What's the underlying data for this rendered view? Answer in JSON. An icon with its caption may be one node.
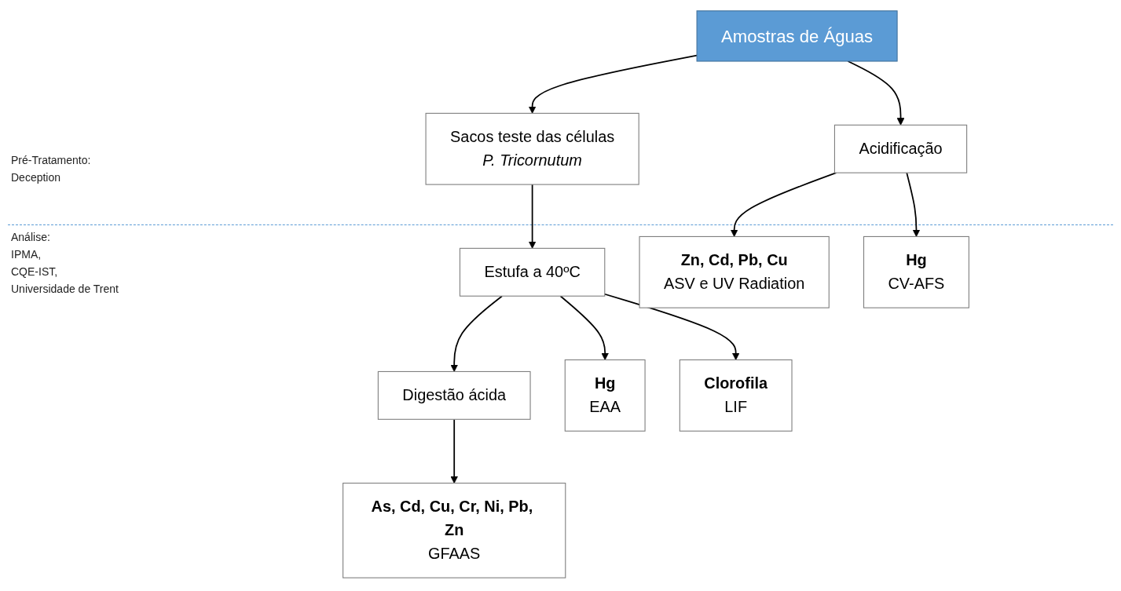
{
  "diagram": {
    "nodes": [
      {
        "text": [
          "Amostras de Águas"
        ]
      },
      {
        "text": [
          "Acidificação"
        ]
      },
      {
        "text": [
          "Sacos teste das células",
          "P. Tricornutum"
        ]
      },
      {
        "text": [
          "Estufa a 40ºC"
        ]
      },
      {
        "text": [
          "Digestão ácida"
        ]
      },
      {
        "text": [
          "Zn, Cd, Pb, Cu",
          "ASV e UV Radiation"
        ]
      },
      {
        "text": [
          "Hg",
          "CV-AFS"
        ]
      },
      {
        "text": [
          "Hg",
          "EAA"
        ]
      },
      {
        "text": [
          "Clorofila",
          "LIF"
        ]
      },
      {
        "text": [
          "As, Cd, Cu, Cr, Ni, Pb, Zn",
          "GFAAS"
        ]
      }
    ],
    "edges": [
      {
        "from": 0,
        "to": 1,
        "arrow": "to"
      },
      {
        "from": 0,
        "to": 2,
        "arrow": "to"
      },
      {
        "from": 1,
        "to": 5,
        "arrow": "to"
      },
      {
        "from": 1,
        "to": 6,
        "arrow": "to"
      },
      {
        "from": 2,
        "to": 3,
        "arrow": "to"
      },
      {
        "from": 3,
        "to": 7,
        "arrow": "to"
      },
      {
        "from": 3,
        "to": 8,
        "arrow": "to"
      },
      {
        "from": 3,
        "to": 4,
        "arrow": "to"
      },
      {
        "from": 4,
        "to": 9,
        "arrow": "to"
      }
    ],
    "labels": [
      "Pré-Tratamento:",
      "Deception",
      "Análise:",
      "IPMA,",
      "CQE-IST,",
      "Universidade de Trent"
    ]
  }
}
